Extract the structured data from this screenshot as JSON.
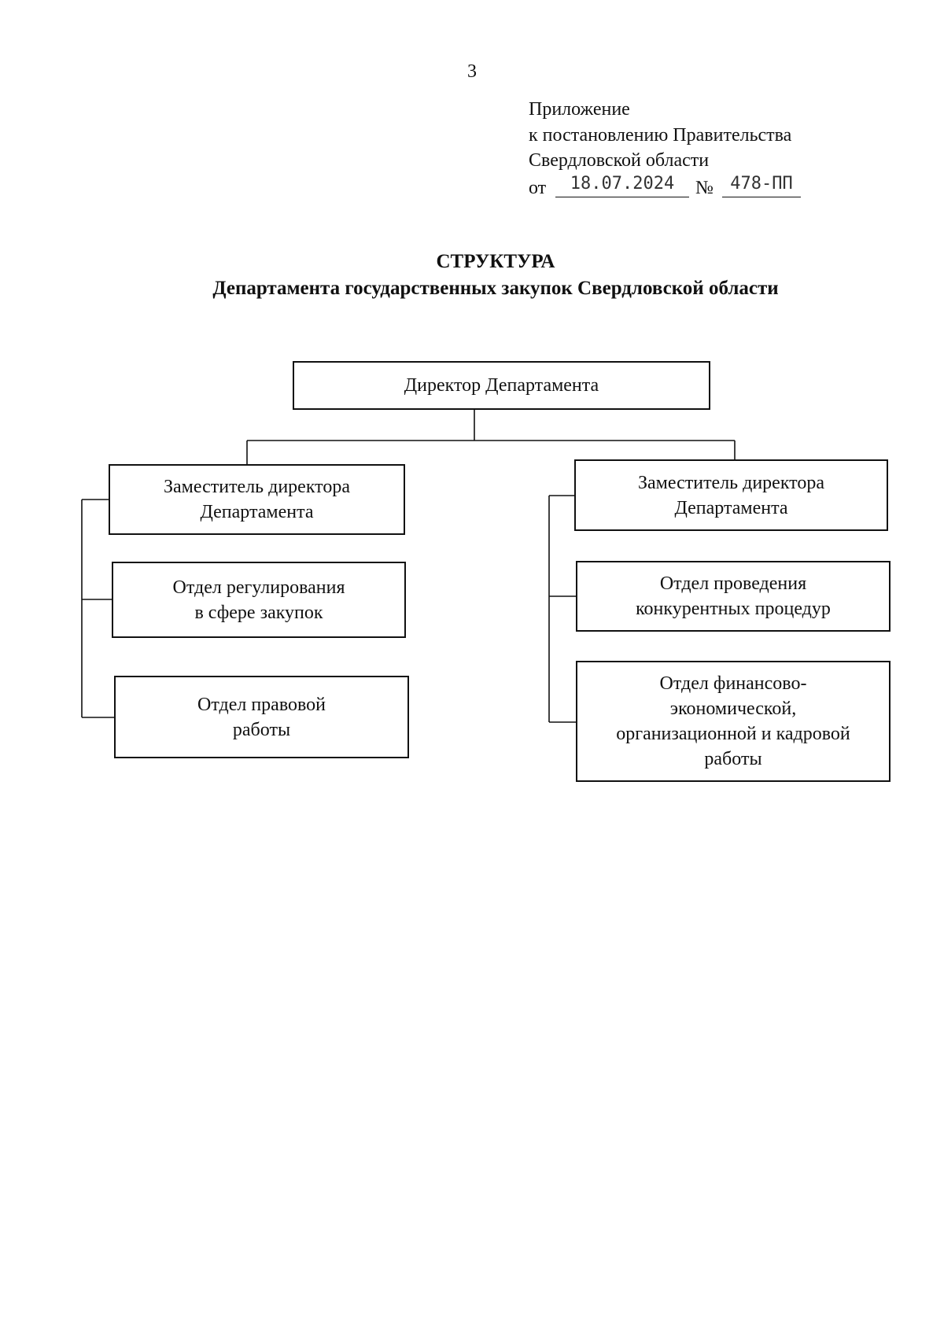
{
  "page_number": "3",
  "appendix": {
    "line1": "Приложение",
    "line2": "к постановлению Правительства",
    "line3": "Свердловской области",
    "date_prefix": "от",
    "date": "18.07.2024",
    "number_prefix": "№",
    "number": "478-ПП"
  },
  "title": {
    "line1": "СТРУКТУРА",
    "line2": "Департамента государственных закупок Свердловской области"
  },
  "org": {
    "director": "Директор Департамента",
    "left_deputy": "Заместитель директора\nДепартамента",
    "left_dept_1": "Отдел регулирования\nв сфере закупок",
    "left_dept_2": "Отдел правовой\nработы",
    "right_deputy": "Заместитель директора\nДепартамента",
    "right_dept_1": "Отдел проведения\nконкурентных процедур",
    "right_dept_2": "Отдел финансово-\nэкономической,\nорганизационной и кадровой\nработы"
  }
}
